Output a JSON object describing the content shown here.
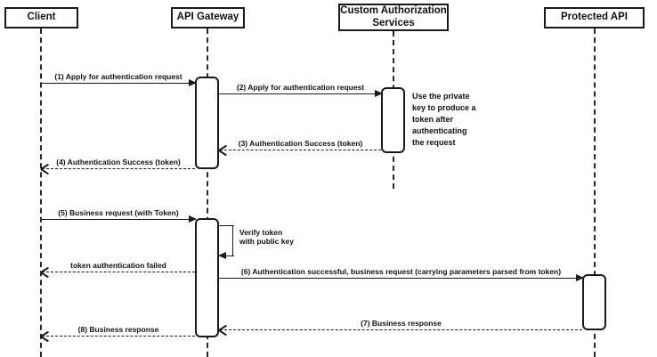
{
  "actors": [
    {
      "name": "Client"
    },
    {
      "name": "API Gateway"
    },
    {
      "name": "Custom Authorization Services"
    },
    {
      "name": "Protected API"
    }
  ],
  "messages": [
    {
      "label": "(1) Apply for authentication request",
      "type": "solid",
      "from": "Client",
      "to": "API Gateway"
    },
    {
      "label": "(2) Apply for authentication request",
      "type": "solid",
      "from": "API Gateway",
      "to": "Custom Authorization Services"
    },
    {
      "label": "(3) Authentication Success (token)",
      "type": "dashed",
      "from": "Custom Authorization Services",
      "to": "API Gateway"
    },
    {
      "label": "(4) Authentication Success (token)",
      "type": "dashed",
      "from": "API Gateway",
      "to": "Client"
    },
    {
      "label": "(5) Business request (with Token)",
      "type": "solid",
      "from": "Client",
      "to": "API Gateway"
    },
    {
      "label": "Verify token\nwith public key",
      "type": "self",
      "from": "API Gateway",
      "to": "API Gateway"
    },
    {
      "label": "token authentication failed",
      "type": "dashed",
      "from": "API Gateway",
      "to": "Client"
    },
    {
      "label": "(6) Authentication successful, business request (carrying parameters parsed from token)",
      "type": "solid",
      "from": "API Gateway",
      "to": "Protected API"
    },
    {
      "label": "(7) Business response",
      "type": "dashed",
      "from": "Protected API",
      "to": "API Gateway"
    },
    {
      "label": "(8) Business response",
      "type": "dashed",
      "from": "API Gateway",
      "to": "Client"
    }
  ],
  "note": {
    "text": "Use the private\nkey to produce a\ntoken after\nauthenticating\nthe request"
  },
  "colors": {
    "line": "#1a1a1a",
    "background": "#ffffff",
    "box_fill": "#ffffff"
  }
}
